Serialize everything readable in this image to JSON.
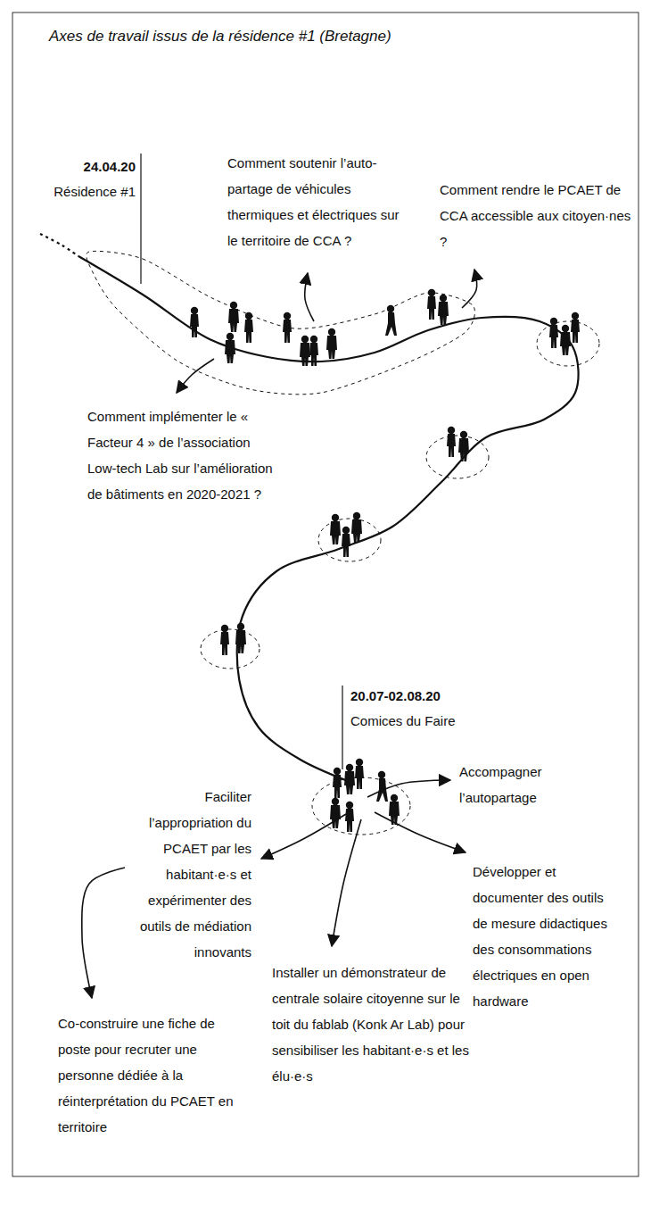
{
  "diagram": {
    "title": "Axes de travail issus de la résidence #1 (Bretagne)",
    "labels": [
      "24.04.20",
      "Résidence #1",
      "Comment soutenir l’auto-partage de véhicules thermiques et électriques sur le territoire de CCA ?",
      "Comment rendre le PCAET de CCA accessible aux citoyen·nes ?",
      "Comment implémenter le « Facteur 4 » de l’association Low-tech Lab sur l’amélioration de bâtiments en 2020-2021 ?",
      "20.07-02.08.20",
      "Comices du Faire",
      "Accompagner l’autopartage",
      "Faciliter l’appropriation du PCAET par les habitant·e·s et expérimenter des outils de médiation innovants",
      "Développer et documenter des outils de mesure didactiques des consommations électriques en open hardware",
      "Installer un démonstrateur de centrale solaire citoyenne sur le toit du fablab (Konk Ar Lab) pour sensibiliser les habitant·e·s et les élu·e·s",
      "Co-construire une fiche de poste pour recruter une personne dédiée à la réinterprétation du PCAET en territoire"
    ]
  }
}
